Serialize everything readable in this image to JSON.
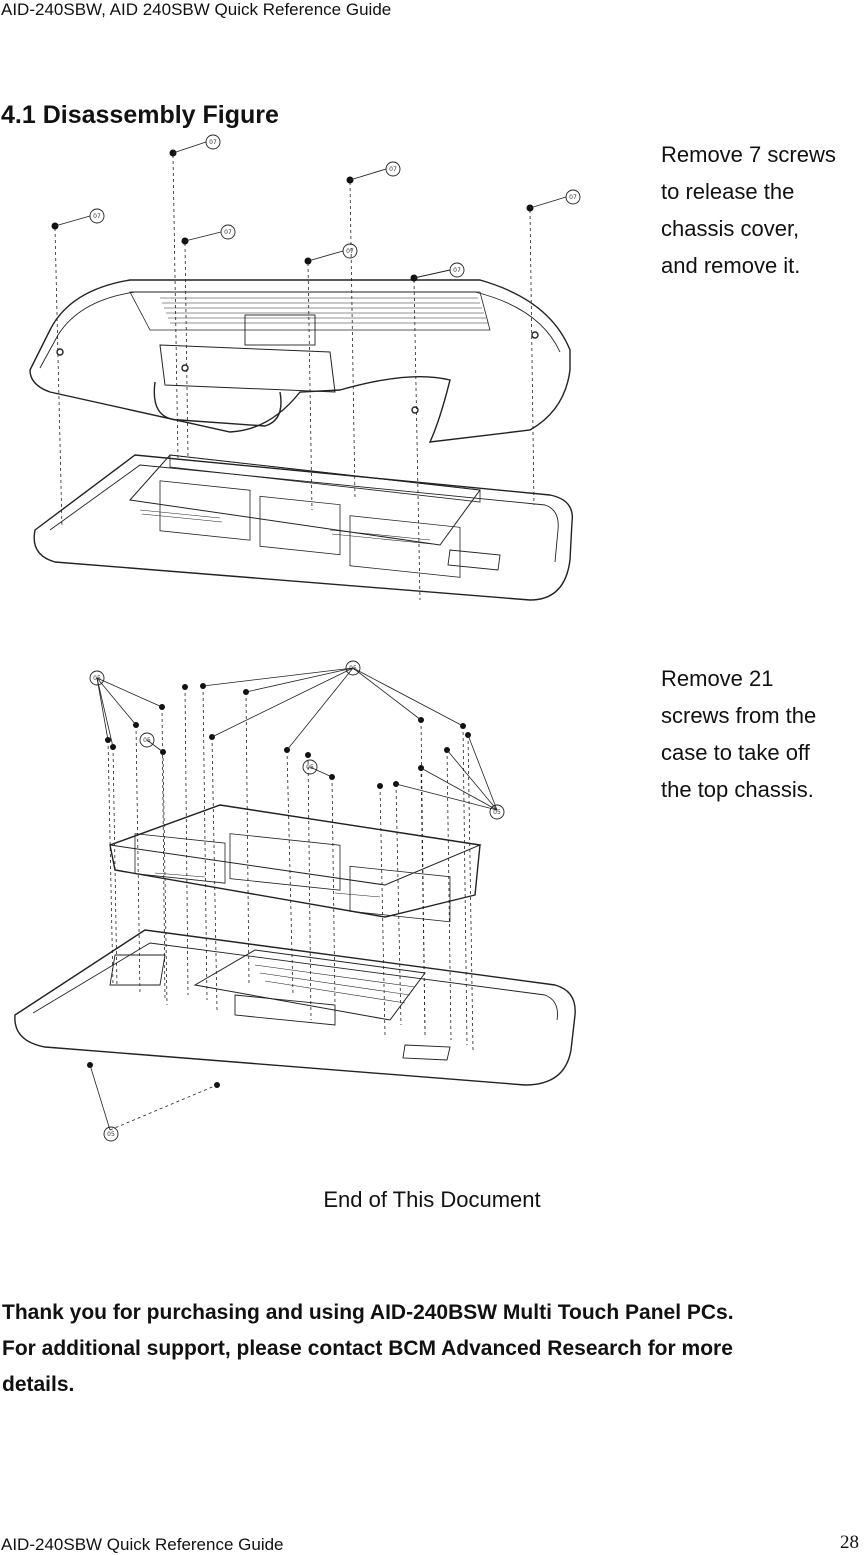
{
  "header": {
    "title": "AID-240SBW, AID 240SBW Quick Reference Guide"
  },
  "section": {
    "heading": "4.1 Disassembly Figure"
  },
  "figures": [
    {
      "instruction_lines": [
        "Remove 7 screws",
        "to release the",
        "chassis cover,",
        "and remove it."
      ],
      "callout_label": "07"
    },
    {
      "instruction_lines": [
        "Remove 21",
        "screws from the",
        "case to take off",
        "the top chassis."
      ],
      "callout_label": "05"
    }
  ],
  "end_text": "End of This Document",
  "thanks": {
    "line1": "Thank you for purchasing and using AID-240BSW Multi Touch Panel PCs.",
    "line2": "For additional support, please contact BCM Advanced Research for more",
    "line3": "details."
  },
  "footer": {
    "title": "AID-240SBW Quick Reference Guide",
    "page": "28"
  }
}
